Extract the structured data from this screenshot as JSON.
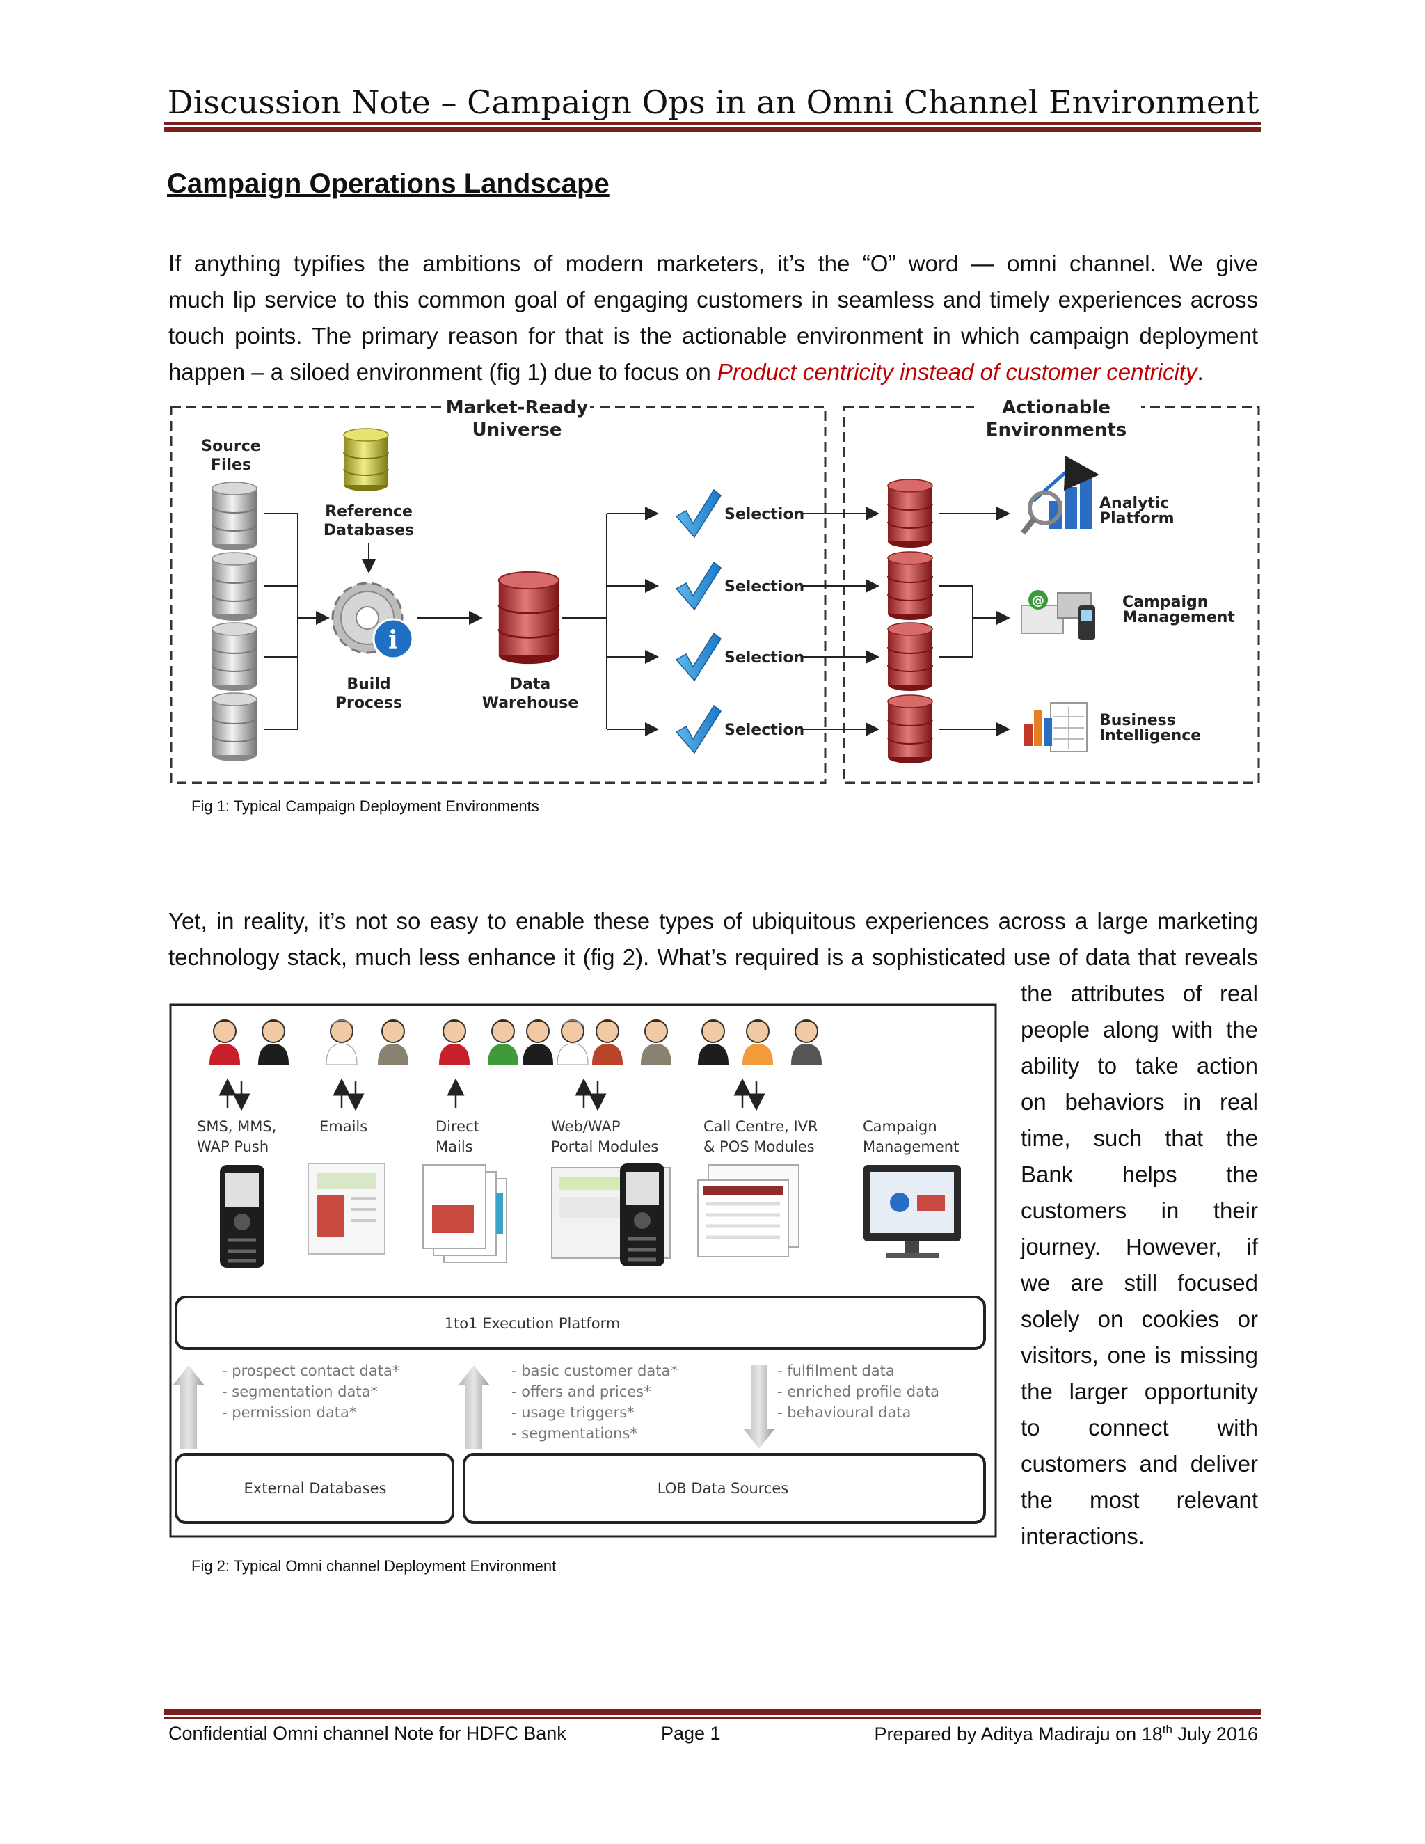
{
  "header": {
    "title": "Discussion Note – Campaign Ops in an Omni Channel Environment"
  },
  "section": {
    "heading": "Campaign Operations Landscape"
  },
  "para1": {
    "line1": "If anything typifies the ambitions of modern marketers, it’s the “O” word — omni channel. We give",
    "line2": "much lip service to this common goal of engaging customers in seamless and timely experiences across",
    "line3": "touch points.  The primary reason for that is the actionable environment in which campaign deployment",
    "line4_prefix": "happen – a siloed environment (fig 1) due to focus on ",
    "line4_emphasis": "Product centricity instead of customer centricity",
    "line4_suffix": "."
  },
  "figure1": {
    "universe_title_1": "Market-Ready",
    "universe_title_2": "Universe",
    "env_title_1": "Actionable",
    "env_title_2": "Environments",
    "source_files_1": "Source",
    "source_files_2": "Files",
    "reference_db_1": "Reference",
    "reference_db_2": "Databases",
    "build_process_1": "Build",
    "build_process_2": "Process",
    "data_warehouse_1": "Data",
    "data_warehouse_2": "Warehouse",
    "selection": "Selection",
    "analytic_1": "Analytic",
    "analytic_2": "Platform",
    "campaign_1": "Campaign",
    "campaign_2": "Management",
    "bi_1": "Business",
    "bi_2": "Intelligence",
    "caption": "Fig 1: Typical Campaign Deployment Environments"
  },
  "para2": {
    "line1": "Yet, in reality, it’s not so easy to enable these types of ubiquitous experiences across a large marketing",
    "line2": "technology stack, much less enhance it (fig 2). What’s required is a sophisticated use of data that reveals",
    "side_lines": [
      "the attributes of real",
      "people along with the",
      "ability to take action",
      "on behaviors in real",
      "time, such that the",
      "Bank helps the",
      "customers in their",
      "journey.  However, if",
      "we are still focused",
      "solely on cookies or",
      "visitors, one is missing",
      "the larger opportunity",
      "to connect with",
      "customers and deliver",
      "the most relevant",
      "interactions."
    ]
  },
  "figure2": {
    "ch1_1": "SMS, MMS,",
    "ch1_2": "WAP Push",
    "ch2_1": "Emails",
    "ch3_1": "Direct",
    "ch3_2": "Mails",
    "ch4_1": "Web/WAP",
    "ch4_2": "Portal Modules",
    "ch5_1": "Call Centre, IVR",
    "ch5_2": "& POS Modules",
    "ch6_1": "Campaign",
    "ch6_2": "Management",
    "platform": "1to1 Execution Platform",
    "left_data_1": "- prospect contact data*",
    "left_data_2": "- segmentation data*",
    "left_data_3": "- permission data*",
    "mid_data_1": "- basic customer data*",
    "mid_data_2": "- offers and prices*",
    "mid_data_3": "- usage triggers*",
    "mid_data_4": "- segmentations*",
    "right_data_1": "- fulfilment data",
    "right_data_2": "- enriched profile data",
    "right_data_3": "- behavioural data",
    "external_db": "External Databases",
    "lob": "LOB Data Sources",
    "caption": "Fig 2: Typical Omni channel Deployment Environment"
  },
  "footer": {
    "left": "Confidential Omni channel Note for HDFC Bank",
    "center": "Page 1",
    "right_prefix": "Prepared by Aditya Madiraju on 18",
    "right_sup": "th",
    "right_suffix": " July 2016"
  }
}
